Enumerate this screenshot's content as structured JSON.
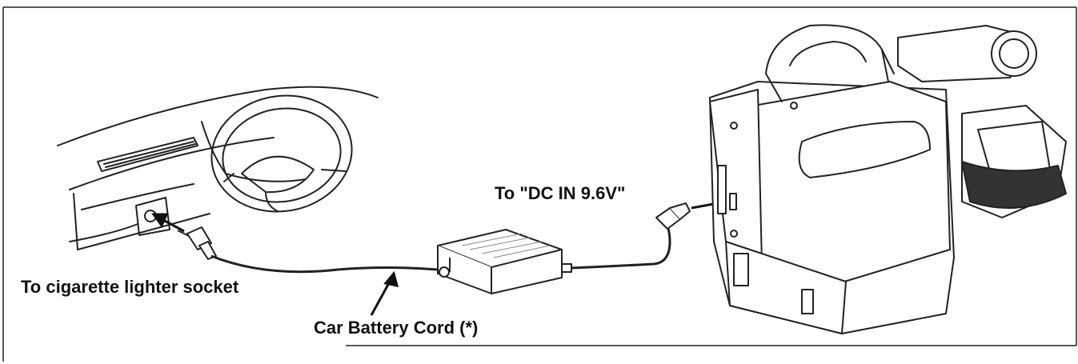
{
  "labels": {
    "dc_in": "To \"DC IN 9.6V\"",
    "cigarette": "To cigarette lighter socket",
    "cord": "Car Battery Cord (*)"
  }
}
